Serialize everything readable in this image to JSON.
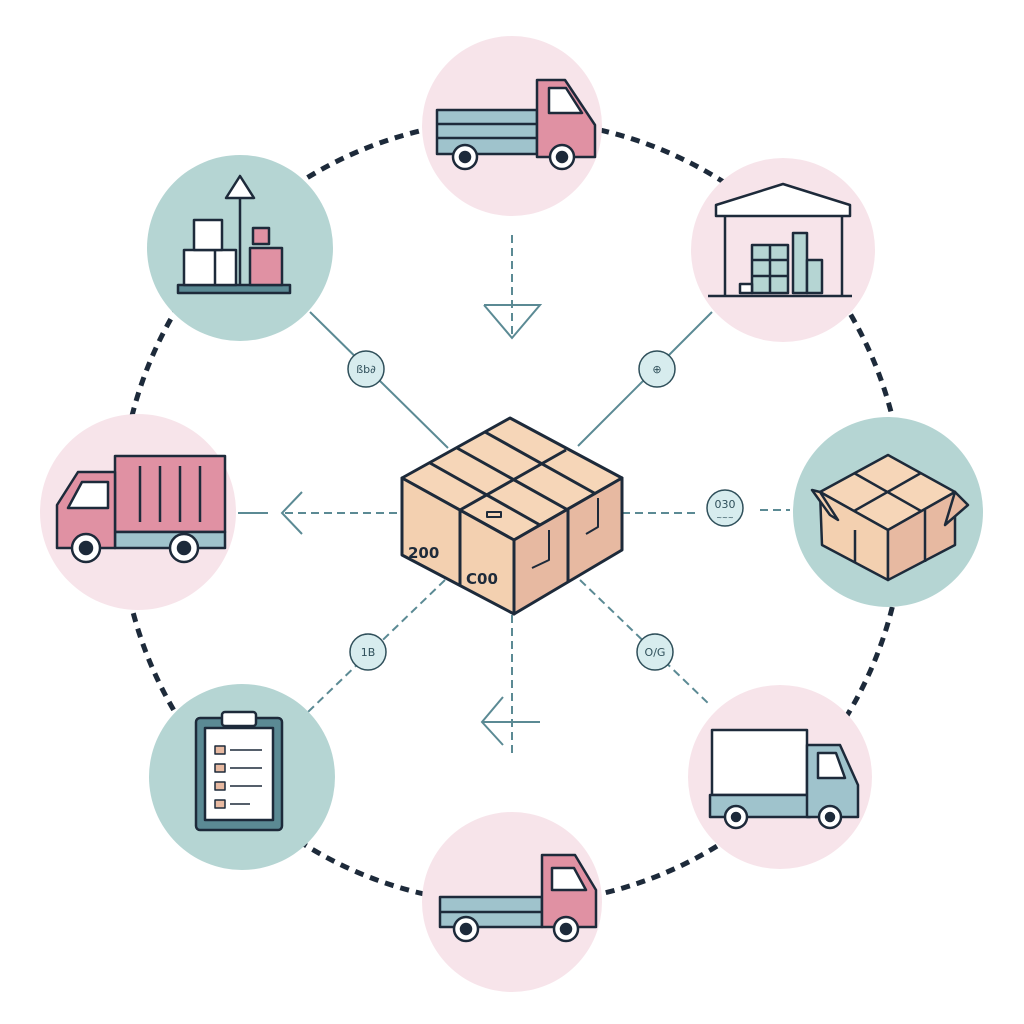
{
  "colors": {
    "outline": "#1d2a3a",
    "pink_node": "#f7e4ea",
    "teal_node": "#b5d5d3",
    "connector": "#5b8a94",
    "box_top": "#f6d6b8",
    "box_side": "#e7b9a1",
    "truck_pink": "#e091a3",
    "truck_blue": "#9fc3cc"
  },
  "center": {
    "icon": "cardboard-box-icon",
    "labels": [
      "200",
      "C00"
    ]
  },
  "badges": [
    {
      "position": "top-left",
      "text": "ßb∂"
    },
    {
      "position": "top-right",
      "text": "⊕"
    },
    {
      "position": "right",
      "text": "030"
    },
    {
      "position": "bottom-left",
      "text": "1B"
    },
    {
      "position": "bottom-right",
      "text": "O/G"
    }
  ],
  "nodes": [
    {
      "position": "top",
      "icon": "flatbed-truck-icon",
      "color": "pink"
    },
    {
      "position": "top-right",
      "icon": "warehouse-icon",
      "color": "pink"
    },
    {
      "position": "right",
      "icon": "open-boxes-icon",
      "color": "teal"
    },
    {
      "position": "bottom-right",
      "icon": "delivery-van-icon",
      "color": "pink"
    },
    {
      "position": "bottom",
      "icon": "flatbed-truck-icon",
      "color": "pink"
    },
    {
      "position": "bottom-left",
      "icon": "clipboard-checklist-icon",
      "color": "teal"
    },
    {
      "position": "left",
      "icon": "cargo-truck-icon",
      "color": "pink"
    },
    {
      "position": "top-left",
      "icon": "pallet-boxes-icon",
      "color": "teal"
    }
  ]
}
